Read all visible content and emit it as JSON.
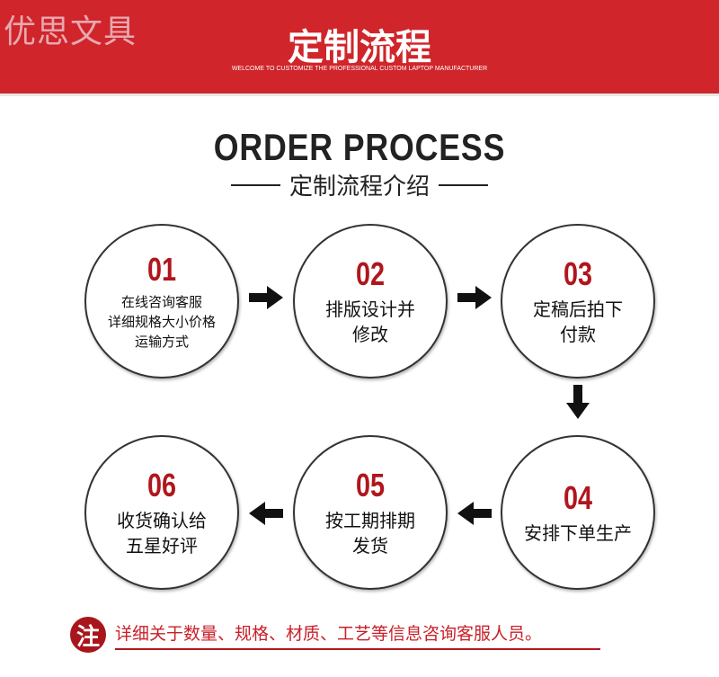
{
  "banner": {
    "brand": "优思文具",
    "title": "定制流程",
    "subtitle": "WELCOME TO CUSTOMIZE THE PROFESSIONAL CUSTOM LAPTOP MANUFACTURER"
  },
  "heading": {
    "en": "ORDER PROCESS",
    "cn": "定制流程介绍"
  },
  "steps": [
    {
      "num": "01",
      "lines": [
        "在线咨询客服",
        "详细规格大小价格",
        "运输方式"
      ]
    },
    {
      "num": "02",
      "lines": [
        "排版设计并",
        "修改"
      ]
    },
    {
      "num": "03",
      "lines": [
        "定稿后拍下",
        "付款"
      ]
    },
    {
      "num": "04",
      "lines": [
        "安排下单生产"
      ]
    },
    {
      "num": "05",
      "lines": [
        "按工期排期",
        "发货"
      ]
    },
    {
      "num": "06",
      "lines": [
        "收货确认给",
        "五星好评"
      ]
    }
  ],
  "note": {
    "badge": "注",
    "text": "详细关于数量、规格、材质、工艺等信息咨询客服人员。"
  },
  "colors": {
    "banner": "#d0252b",
    "accent": "#b0161c"
  }
}
